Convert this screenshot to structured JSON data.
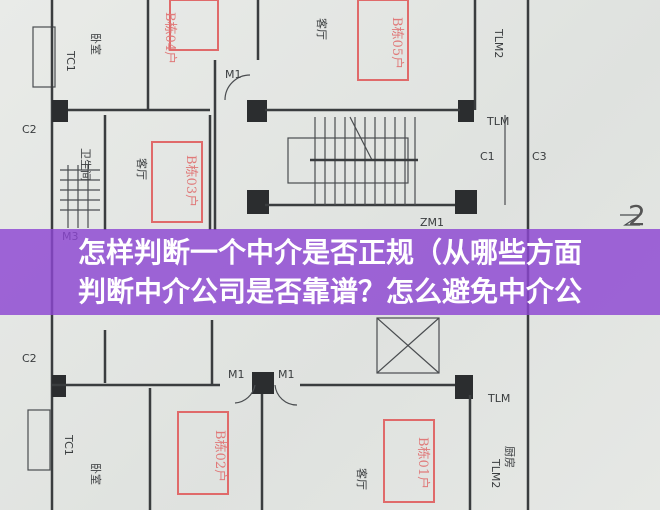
{
  "banner": {
    "line1": "怎样判断一个中介是否正规（从哪些方面",
    "line2": "判断中介公司是否靠谱？怎么避免中介公",
    "color": "#8c46d2"
  },
  "floor_plan": {
    "units": [
      {
        "label": "B栋04户"
      },
      {
        "label": "B栋05户"
      },
      {
        "label": "B栋03户"
      },
      {
        "label": "B栋02户"
      },
      {
        "label": "B栋01户"
      }
    ],
    "door_labels": {
      "m1": "M1",
      "m3": "M3",
      "zm1": "ZM1",
      "tlm": "TLM",
      "tlm2": "TLM2",
      "c1": "C1",
      "c2": "C2",
      "c3": "C3",
      "tc1": "TC1"
    },
    "room_labels": {
      "bedroom": "卧室",
      "living": "客厅",
      "kitchen": "厨房",
      "bath": "卫生间"
    },
    "axis_mark": "2"
  }
}
